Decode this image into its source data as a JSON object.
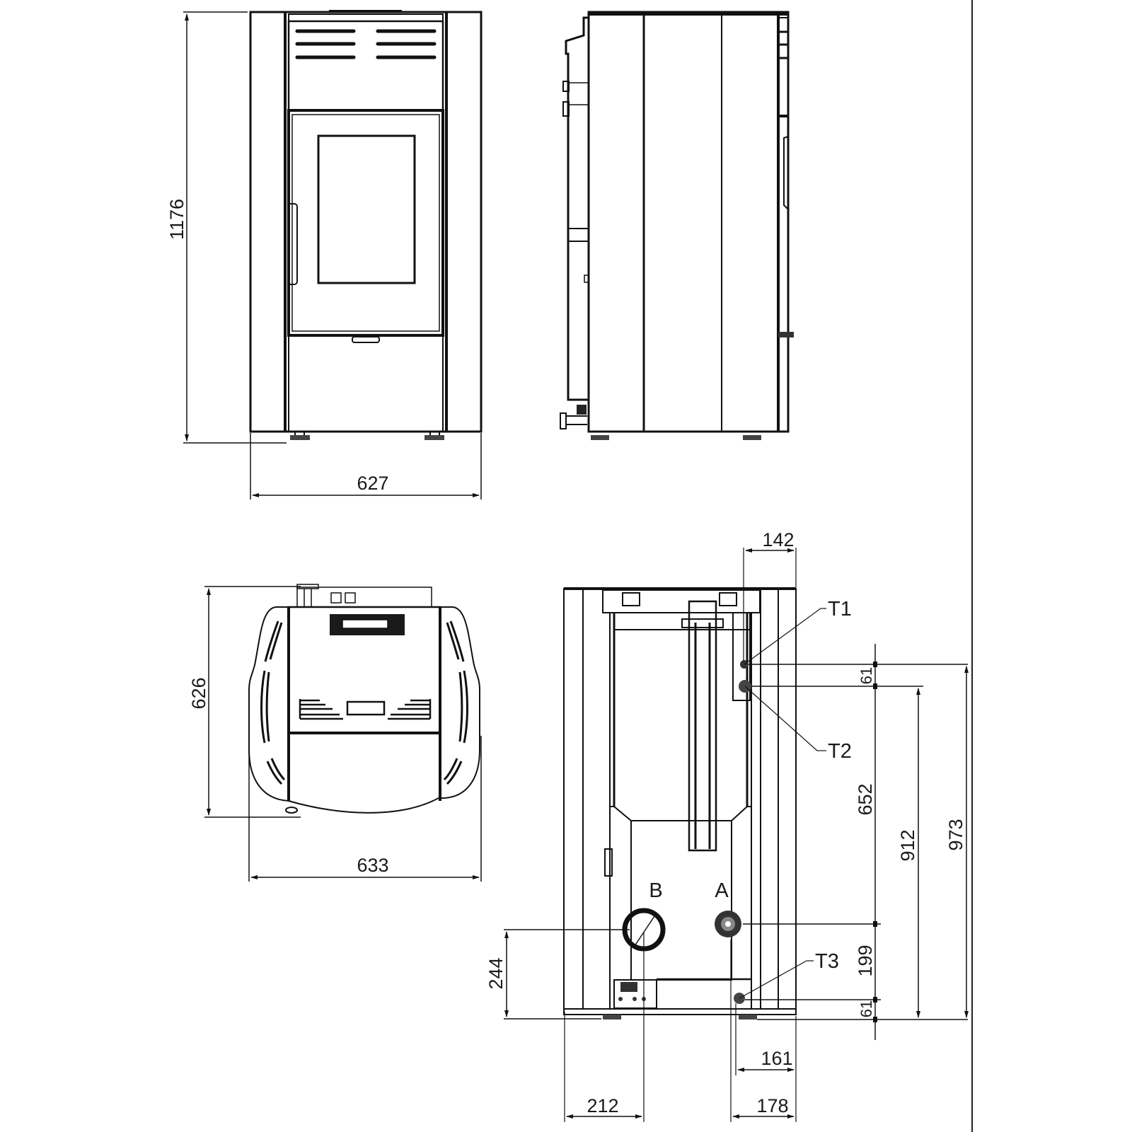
{
  "drawing": {
    "type": "technical dimension drawing",
    "subject": "pellet stove (hydro) — front, side, top and rear views",
    "units": "mm",
    "line_color": "#111111",
    "background": "#ffffff"
  },
  "views": {
    "front": {
      "dimensions": {
        "height": "1176",
        "width": "627"
      }
    },
    "side": {
      "dimensions": {}
    },
    "top": {
      "dimensions": {
        "depth": "626",
        "width": "633"
      }
    },
    "rear": {
      "dimensions": {
        "t1_offset_from_side": "142",
        "t1_t2_spacing": "61",
        "t2_to_a": "652",
        "a_to_t3": "199",
        "t3_to_floor": "61",
        "t2_height": "912",
        "t1_height": "973",
        "b_height": "244",
        "b_from_left": "212",
        "t3_from_right": "161",
        "a_from_right": "178"
      },
      "connections": {
        "t1": "T1",
        "t2": "T2",
        "t3": "T3",
        "a": "A",
        "b": "B"
      }
    }
  }
}
